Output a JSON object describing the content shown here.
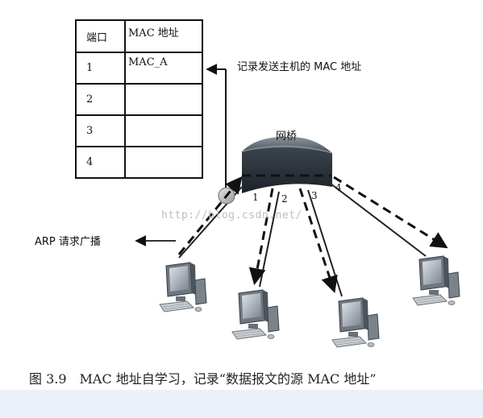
{
  "mac_table": {
    "header": {
      "port": "端口",
      "mac": "MAC 地址"
    },
    "rows": [
      {
        "port": "1",
        "mac": "MAC_A"
      },
      {
        "port": "2",
        "mac": ""
      },
      {
        "port": "3",
        "mac": ""
      },
      {
        "port": "4",
        "mac": ""
      }
    ]
  },
  "labels": {
    "record": "记录发送主机的 MAC 地址",
    "bridge": "网桥",
    "arp": "ARP 请求广播",
    "watermark": "http://blog.csdn.net/"
  },
  "ports": [
    "1",
    "2",
    "3",
    "4"
  ],
  "caption": "图 3.9　MAC 地址自学习，记录“数据报文的源 MAC 地址”",
  "colors": {
    "band": "#ebf1f8",
    "line": "#111111",
    "bridge_top": "#5a6470",
    "bridge_body": "#2e3640"
  }
}
